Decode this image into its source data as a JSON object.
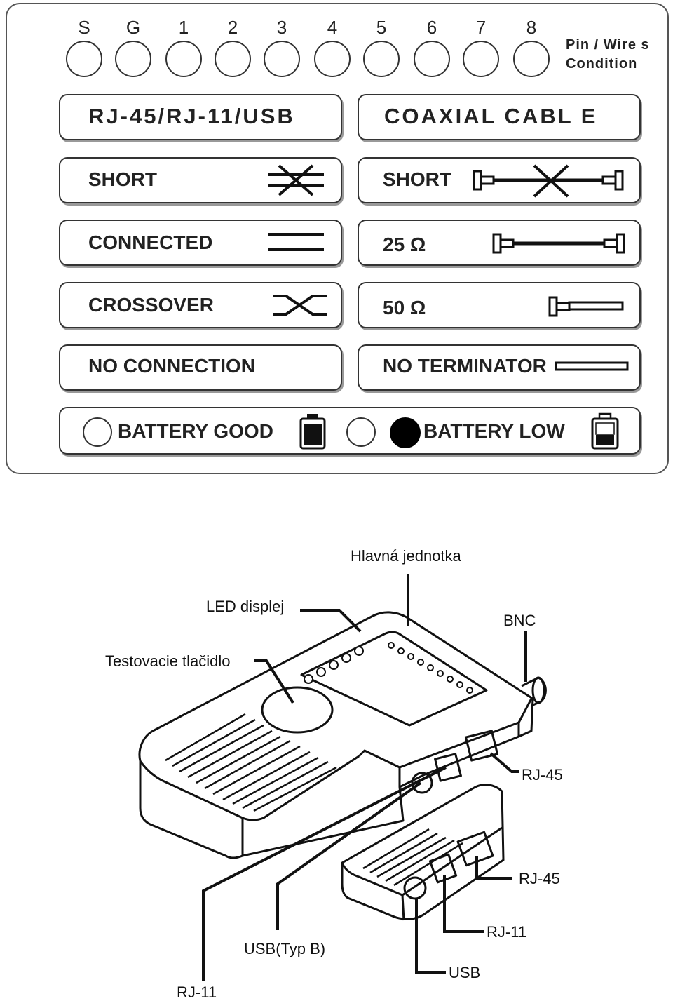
{
  "panel": {
    "pins": [
      "S",
      "G",
      "1",
      "2",
      "3",
      "4",
      "5",
      "6",
      "7",
      "8"
    ],
    "condition_line1": "Pin / Wire s",
    "condition_line2": "Condition",
    "left_header": "RJ-45/RJ-11/USB",
    "right_header": "COAXIAL CABL E",
    "left_rows": [
      "SHORT",
      "CONNECTED",
      "CROSSOVER",
      "NO CONNECTION"
    ],
    "right_rows": [
      "SHORT",
      "25 Ω",
      "50 Ω",
      "NO TERMINATOR"
    ],
    "battery_good": "BATTERY GOOD",
    "battery_low": "BATTERY  LOW"
  },
  "device": {
    "main_unit": "Hlavná jednotka",
    "led_display": "LED displej",
    "test_button": "Testovacie tlačidlo",
    "bnc": "BNC",
    "rj45_main": "RJ-45",
    "rj45_remote": "RJ-45",
    "rj11_remote": "RJ-11",
    "usb_remote": "USB",
    "usb_type_b": "USB(Typ B)",
    "rj11_main": "RJ-11"
  }
}
